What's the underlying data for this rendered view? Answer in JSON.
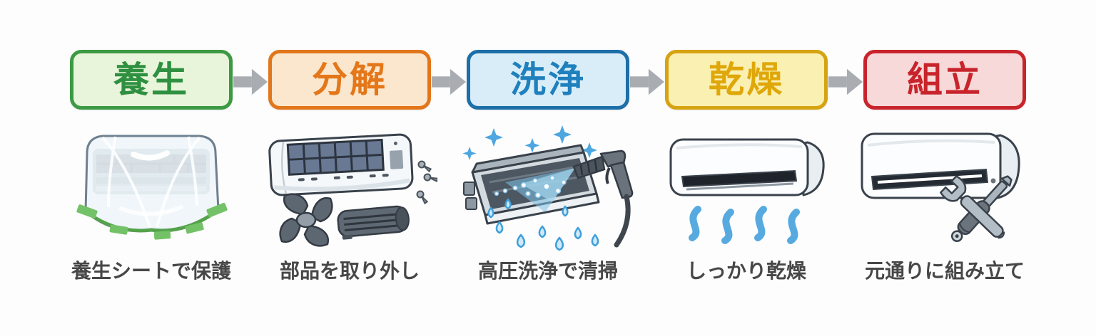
{
  "diagram": {
    "title": "air-conditioner-cleaning-process-flow",
    "background_color": "#fdfdfd",
    "caption_color": "#474747"
  },
  "flow_arrow": {
    "icon": "arrow-right-icon",
    "color": "#a9adb2"
  },
  "steps": [
    {
      "label": "養生",
      "caption": "養生シートで保護",
      "accent_color": "#3d9a44",
      "fill_color": "#e8f5da",
      "label_color": "#2e9040",
      "illustration_icon": "ac-covered-with-sheet-illustration"
    },
    {
      "label": "分解",
      "caption": "部品を取り外し",
      "accent_color": "#e2761b",
      "fill_color": "#fbe7cd",
      "label_color": "#e4771a",
      "illustration_icon": "ac-disassembled-parts-illustration"
    },
    {
      "label": "洗浄",
      "caption": "高圧洗浄で清掃",
      "accent_color": "#1d6fa8",
      "fill_color": "#d9edf8",
      "label_color": "#1f80bd",
      "illustration_icon": "ac-high-pressure-washing-illustration"
    },
    {
      "label": "乾燥",
      "caption": "しっかり乾燥",
      "accent_color": "#d6a312",
      "fill_color": "#faf0b2",
      "label_color": "#dfa70a",
      "illustration_icon": "ac-drying-airflow-illustration"
    },
    {
      "label": "組立",
      "caption": "元通りに組み立て",
      "accent_color": "#c8242b",
      "fill_color": "#f7d9d9",
      "label_color": "#c8242b",
      "illustration_icon": "ac-reassembled-with-tools-illustration"
    }
  ]
}
